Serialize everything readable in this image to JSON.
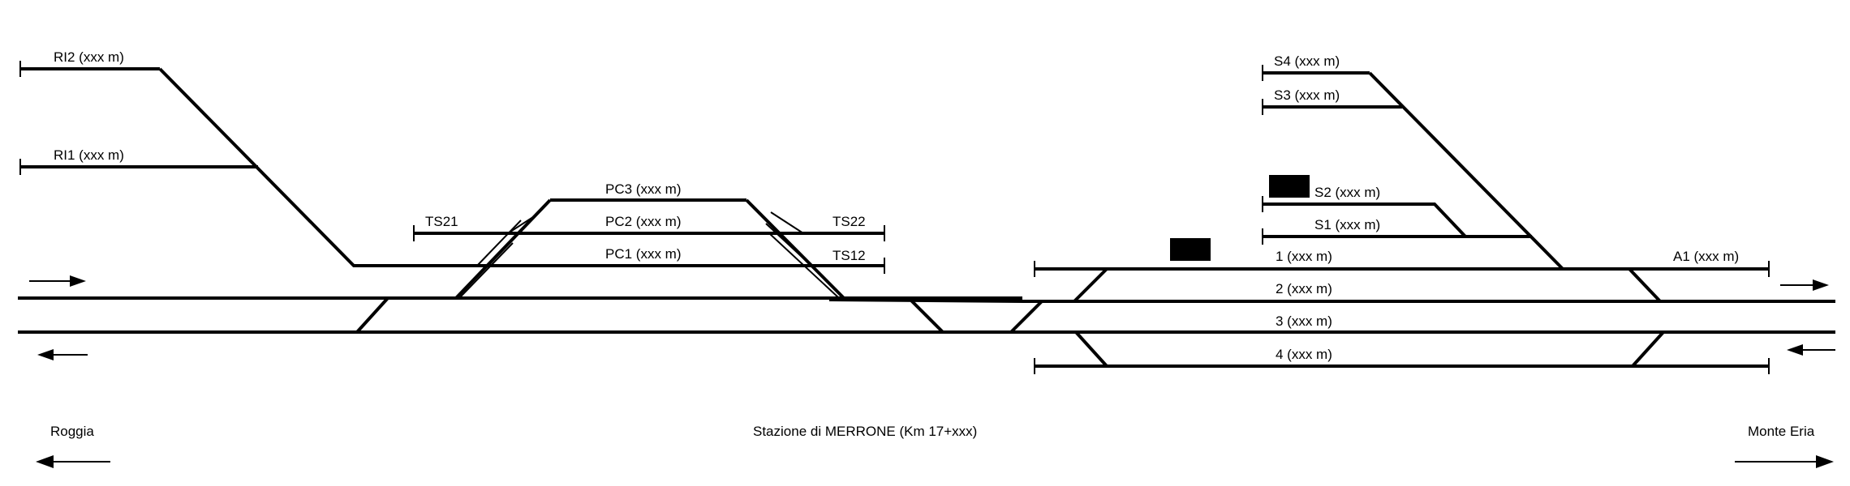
{
  "tracks": {
    "ri2": "RI2 (xxx m)",
    "ri1": "RI1 (xxx m)",
    "ts21": "TS21",
    "ts22": "TS22",
    "ts12": "TS12",
    "pc3": "PC3 (xxx m)",
    "pc2": "PC2 (xxx m)",
    "pc1": "PC1 (xxx m)",
    "s4": "S4 (xxx m)",
    "s3": "S3 (xxx m)",
    "s2": "S2 (xxx m)",
    "s1": "S1 (xxx m)",
    "t1": "1 (xxx m)",
    "t2": "2 (xxx m)",
    "t3": "3 (xxx m)",
    "t4": "4 (xxx m)",
    "a1": "A1 (xxx m)"
  },
  "station": "Stazione di MERRONE (Km 17+xxx)",
  "left_city": "Roggia",
  "right_city": "Monte Eria",
  "colors": {
    "line": "#000000",
    "background": "#ffffff"
  }
}
